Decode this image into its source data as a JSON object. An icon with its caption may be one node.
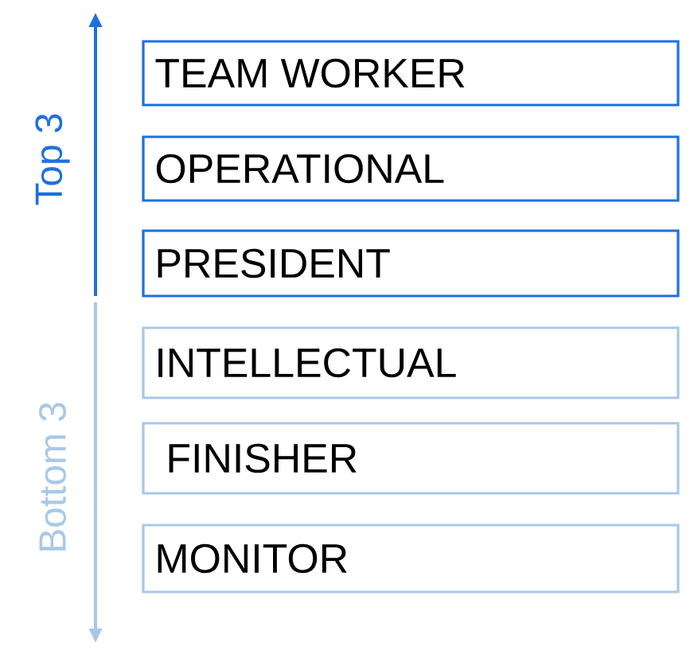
{
  "diagram": {
    "nodes": [
      {
        "text": [
          "TEAM WORKER"
        ]
      },
      {
        "text": [
          "OPERATIONAL"
        ]
      },
      {
        "text": [
          "PRESIDENT"
        ]
      },
      {
        "text": [
          "INTELLECTUAL"
        ]
      },
      {
        "text": [
          "FINISHER"
        ]
      },
      {
        "text": [
          "MONITOR"
        ]
      }
    ],
    "labels": [
      "Top 3",
      "Bottom 3"
    ]
  }
}
